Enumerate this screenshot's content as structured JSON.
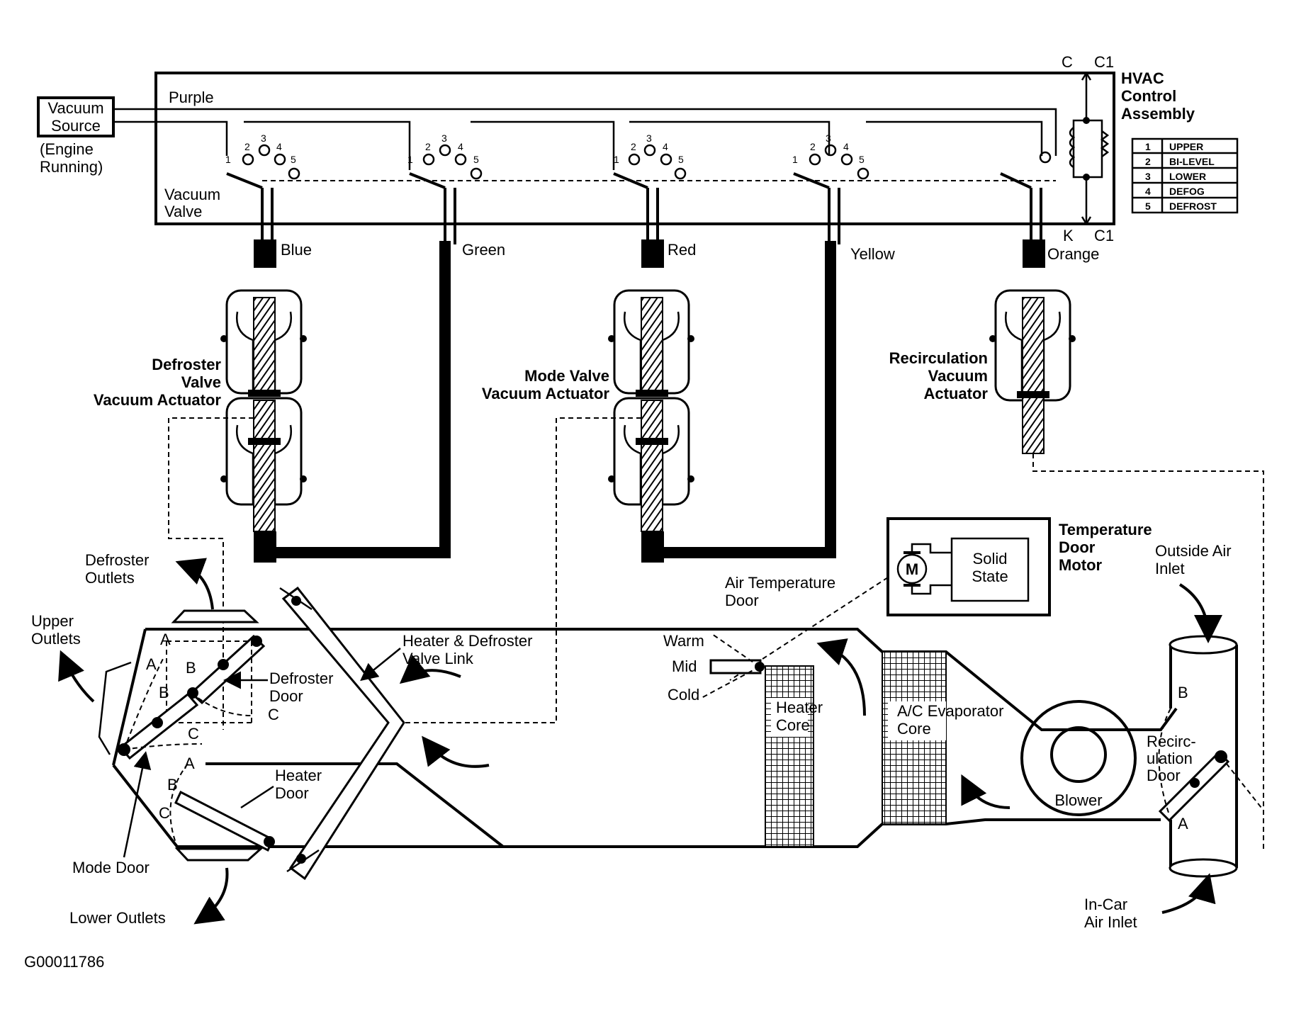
{
  "labels": {
    "vacuum_source": [
      "Vacuum",
      "Source"
    ],
    "engine_running": [
      "(Engine",
      "Running)"
    ],
    "purple": "Purple",
    "vacuum_valve": [
      "Vacuum",
      "Valve"
    ],
    "hvac_control": [
      "HVAC",
      "Control",
      "Assembly"
    ],
    "c": "C",
    "c1_top": "C1",
    "k": "K",
    "c1_bottom": "C1",
    "blue": "Blue",
    "green": "Green",
    "red": "Red",
    "yellow": "Yellow",
    "orange": "Orange",
    "defroster_actuator": [
      "Defroster",
      "Valve",
      "Vacuum Actuator"
    ],
    "mode_actuator": [
      "Mode Valve",
      "Vacuum Actuator"
    ],
    "recirc_actuator": [
      "Recirculation",
      "Vacuum",
      "Actuator"
    ],
    "temp_motor": [
      "Temperature",
      "Door",
      "Motor"
    ],
    "motor_symbol": "M",
    "solid_state": [
      "Solid",
      "State"
    ],
    "outside_air_inlet": [
      "Outside Air",
      "Inlet"
    ],
    "defroster_outlets": [
      "Defroster",
      "Outlets"
    ],
    "upper_outlets": [
      "Upper",
      "Outlets"
    ],
    "air_temp_door": [
      "Air Temperature",
      "Door"
    ],
    "warm": "Warm",
    "mid": "Mid",
    "cold": "Cold",
    "heater_defroster_link": [
      "Heater & Defroster",
      "Valve Link"
    ],
    "defroster_door": [
      "Defroster",
      "Door"
    ],
    "heater_core": [
      "Heater",
      "Core"
    ],
    "ac_evaporator": [
      "A/C Evaporator",
      "Core"
    ],
    "blower": "Blower",
    "recirc_door": [
      "Recirc-",
      "ulation",
      "Door"
    ],
    "heater_door": [
      "Heater",
      "Door"
    ],
    "mode_door": "Mode Door",
    "lower_outlets": "Lower Outlets",
    "in_car_inlet": [
      "In-Car",
      "Air Inlet"
    ],
    "figure_id": "G00011786",
    "pos_a": "A",
    "pos_b": "B",
    "pos_c": "C"
  },
  "port_numbers": [
    "1",
    "2",
    "3",
    "4",
    "5"
  ],
  "mode_table": [
    {
      "num": "1",
      "mode": "UPPER"
    },
    {
      "num": "2",
      "mode": "BI-LEVEL"
    },
    {
      "num": "3",
      "mode": "LOWER"
    },
    {
      "num": "4",
      "mode": "DEFOG"
    },
    {
      "num": "5",
      "mode": "DEFROST"
    }
  ]
}
